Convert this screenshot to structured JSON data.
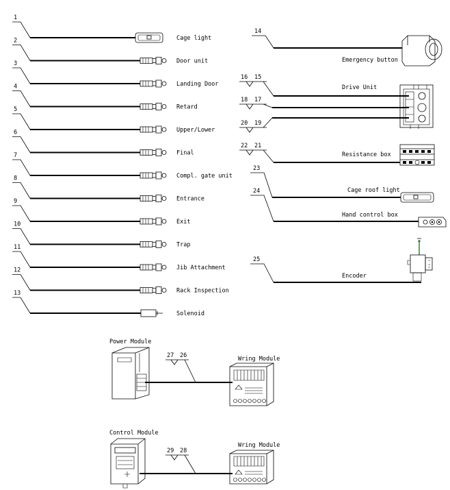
{
  "left_cables": [
    {
      "num": "1",
      "label": "Cage light",
      "part": "lamp"
    },
    {
      "num": "2",
      "label": "Door unit",
      "part": "plug"
    },
    {
      "num": "3",
      "label": "Landing Door",
      "part": "plug"
    },
    {
      "num": "4",
      "label": "Retard",
      "part": "plug"
    },
    {
      "num": "5",
      "label": "Upper/Lower",
      "part": "plug"
    },
    {
      "num": "6",
      "label": "Final",
      "part": "plug"
    },
    {
      "num": "7",
      "label": "Compl. gate unit",
      "part": "plug"
    },
    {
      "num": "8",
      "label": "Entrance",
      "part": "plug"
    },
    {
      "num": "9",
      "label": "Exit",
      "part": "plug"
    },
    {
      "num": "10",
      "label": "Trap",
      "part": "plug"
    },
    {
      "num": "11",
      "label": "Jib Attachment",
      "part": "plug"
    },
    {
      "num": "12",
      "label": "Rack Inspection",
      "part": "plug"
    },
    {
      "num": "13",
      "label": "Solenoid",
      "part": "solenoid"
    }
  ],
  "right_cables": {
    "emergency": {
      "num": "14",
      "label": "Emergency button"
    },
    "drive": {
      "label": "Drive Unit",
      "pairs": [
        [
          "16",
          "15"
        ],
        [
          "18",
          "17"
        ],
        [
          "20",
          "19"
        ]
      ]
    },
    "resistance": {
      "nums": [
        "22",
        "21"
      ],
      "label": "Resistance box"
    },
    "roof_light": {
      "num": "23",
      "label": "Cage roof light"
    },
    "hand_control": {
      "num": "24",
      "label": "Hand control box"
    },
    "encoder": {
      "num": "25",
      "label": "Encoder"
    }
  },
  "power_group": {
    "module": "Power Module",
    "nums": [
      "27",
      "26"
    ],
    "target": "Wring Module"
  },
  "control_group": {
    "module": "Control Module",
    "nums": [
      "29",
      "28"
    ],
    "target": "Wring Module"
  }
}
